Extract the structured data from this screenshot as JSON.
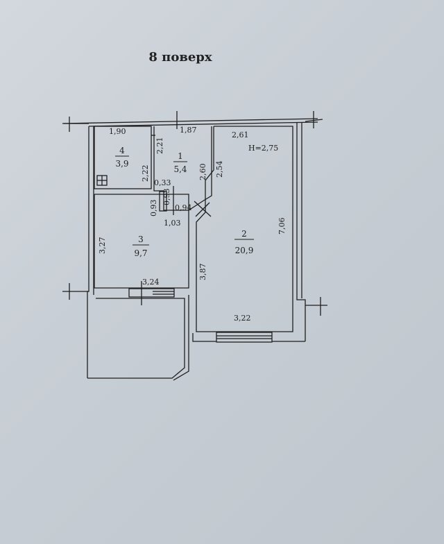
{
  "page": {
    "title": "8 поверх"
  },
  "rooms": [
    {
      "number": "1",
      "area": "5,4"
    },
    {
      "number": "2",
      "area": "20,9"
    },
    {
      "number": "3",
      "area": "9,7"
    },
    {
      "number": "4",
      "area": "3,9"
    }
  ],
  "dimensions": {
    "room4_width": "1,90",
    "room4_height": "2,22",
    "room4_right": "2,21",
    "room1_width": "1,87",
    "room1_height": "2,60",
    "room2_width_top": "2,61",
    "room2_left_wall": "2,54",
    "room2_height": "7,06",
    "room2_width_bottom": "3,22",
    "room2_lower_left": "3,87",
    "room3_height": "3,27",
    "room3_width": "3,24",
    "corr_033": "0,33",
    "corr_093_a": "0,93",
    "corr_093_b": "0,93",
    "corr_094": "0,94",
    "corr_103": "1,03"
  },
  "ceiling_height": "Н=2,75"
}
